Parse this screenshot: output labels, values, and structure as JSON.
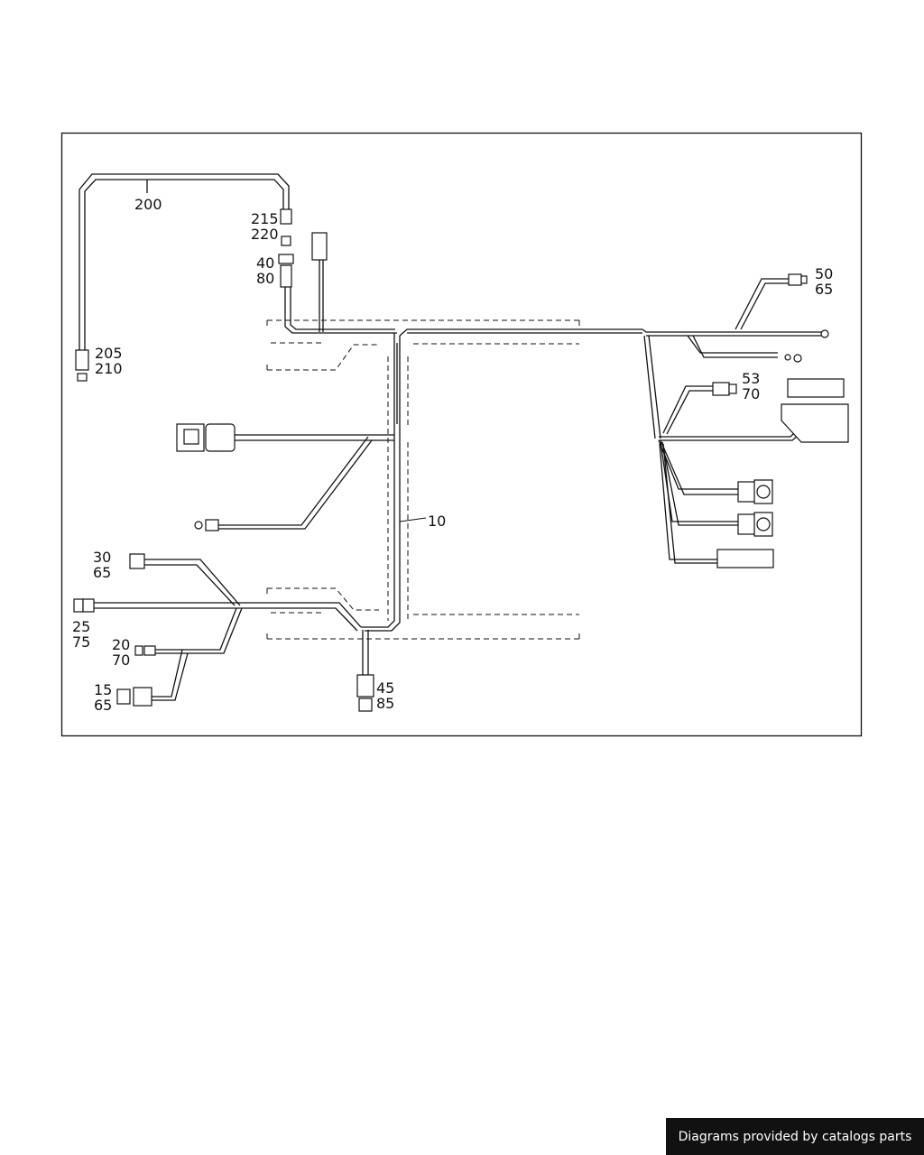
{
  "labels": {
    "l10": "10",
    "l200": "200",
    "l215": "215",
    "l220": "220",
    "l40": "40",
    "l80": "80",
    "l205": "205",
    "l210": "210",
    "l50": "50",
    "l65a": "65",
    "l53": "53",
    "l70a": "70",
    "l30": "30",
    "l65b": "65",
    "l25": "25",
    "l75": "75",
    "l20": "20",
    "l70b": "70",
    "l15": "15",
    "l65c": "65",
    "l45": "45",
    "l85": "85"
  },
  "credit": {
    "text": "Diagrams provided by catalogs parts"
  },
  "colors": {
    "ink": "#111111",
    "paper": "#ffffff",
    "credit_bg": "#111111",
    "credit_fg": "#ffffff"
  }
}
